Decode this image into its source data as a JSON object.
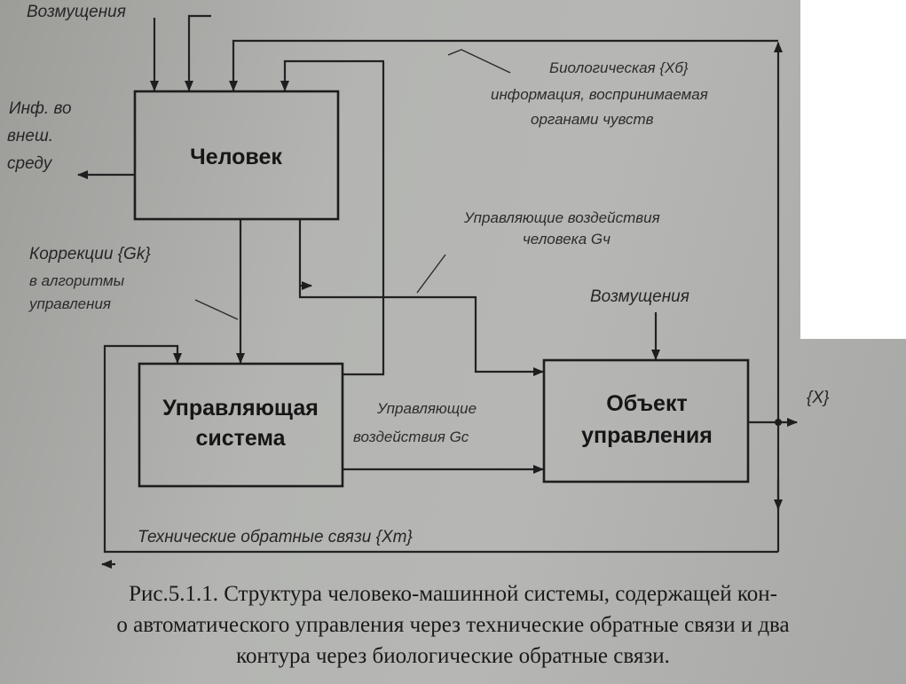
{
  "blocks": {
    "human": "Человек",
    "control_system_line1": "Управляющая",
    "control_system_line2": "система",
    "object_line1": "Объект",
    "object_line2": "управления"
  },
  "labels": {
    "disturbances_top": "Возмущения",
    "info_env_line1": "Инф. во",
    "info_env_line2": "внеш.",
    "info_env_line3": "среду",
    "bio_info_line1": "Биологическая {Xб}",
    "bio_info_line2": "информация, воспринимаемая",
    "bio_info_line3": "органами чувств",
    "human_control_line1": "Управляющие воздействия",
    "human_control_line2": "человека Gч",
    "corrections_line1": "Коррекции {Gk}",
    "corrections_line2": "в алгоритмы",
    "corrections_line3": "управления",
    "disturbances_right": "Возмущения",
    "control_actions_line1": "Управляющие",
    "control_actions_line2": "воздействия Gс",
    "output": "{X}",
    "tech_feedback": "Технические обратные связи {Xт}"
  },
  "caption": {
    "line1": "Рис.5.1.1. Структура человеко-машинной системы, содержащей кон-",
    "line2": "о автоматического управления через технические обратные связи и два",
    "line3": "контура через биологические обратные связи."
  }
}
